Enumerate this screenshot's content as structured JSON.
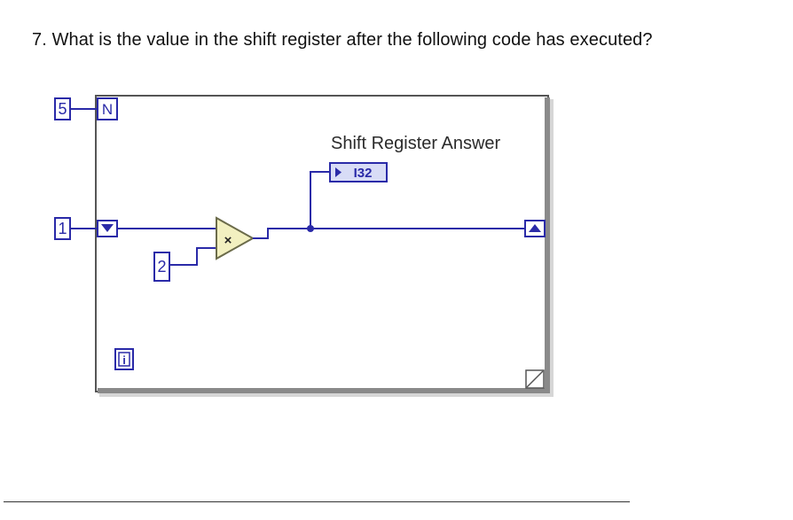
{
  "question": {
    "number": "7.",
    "text": "What is the value in the shift register after the following code has executed?"
  },
  "diagram": {
    "count_constant": "5",
    "count_terminal": "N",
    "shift_register_initial": "1",
    "multiplier_constant": "2",
    "multiply_symbol": "×",
    "iteration_terminal": "i",
    "indicator_label": "Shift Register Answer",
    "indicator_type": "I32",
    "colors": {
      "wire": "#2a2aa8",
      "terminal_border": "#2a2aa8",
      "multiply_fill": "#f2f0c0",
      "loop_border": "#5a5a5a"
    }
  },
  "answer": {
    "blank": ""
  }
}
